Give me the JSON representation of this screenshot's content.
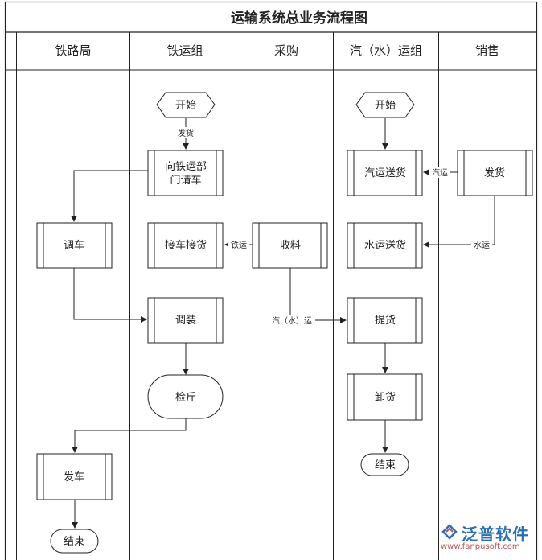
{
  "title": "运输系统总业务流程图",
  "lanes": [
    "铁路局",
    "铁运组",
    "采购",
    "汽（水）运组",
    "销售"
  ],
  "nodes": {
    "start_rail": "开始",
    "request_car": "向铁运部\n门请车",
    "dispatch_car": "调车",
    "pickup_goods": "接车接货",
    "loading": "调装",
    "inspection": "检斤",
    "depart": "发车",
    "end_rail": "结束",
    "receive": "收料",
    "start_road": "开始",
    "road_send": "汽运送货",
    "ship": "发货",
    "water_send": "水运送货",
    "take_goods": "提货",
    "unload": "卸货",
    "end_road": "结束"
  },
  "edge_labels": {
    "deliver": "发货",
    "road": "汽运",
    "water": "水运",
    "rail": "铁运",
    "road_water": "汽（水）运"
  },
  "watermark": {
    "brand": "泛普软件",
    "url": "www.fanpusoft.com"
  },
  "colors": {
    "line": "#333333",
    "frame": "#222222",
    "brand": "#2d6fae",
    "url": "#c05050"
  }
}
